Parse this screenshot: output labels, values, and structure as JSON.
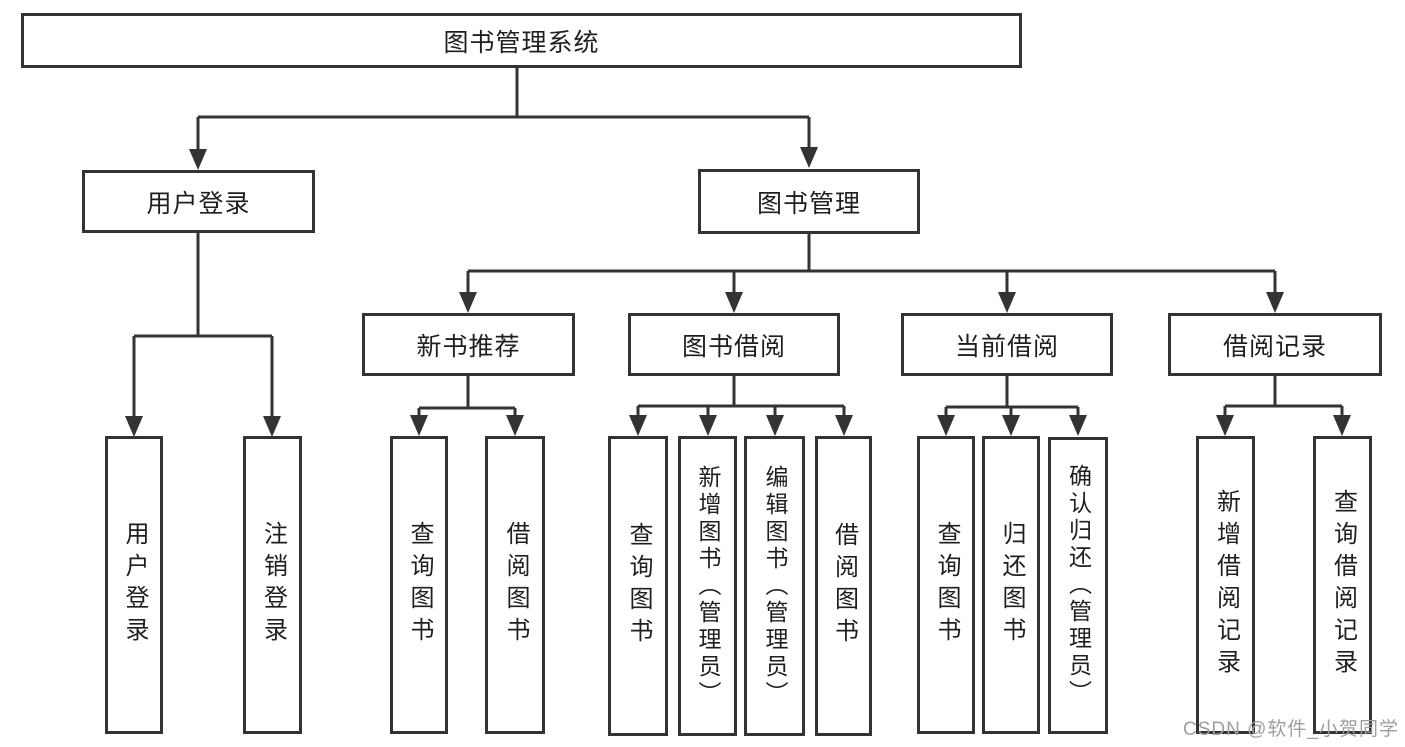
{
  "diagram": {
    "root": "图书管理系统",
    "level2": {
      "user_login": "用户登录",
      "book_mgmt": "图书管理"
    },
    "level3": {
      "new_book": "新书推荐",
      "borrow": "图书借阅",
      "current": "当前借阅",
      "records": "借阅记录"
    },
    "leaves": {
      "user_login": "用户登录",
      "logout": "注销登录",
      "nb_query": "查询图书",
      "nb_borrow": "借阅图书",
      "bb_query": "查询图书",
      "bb_add": "新增图书（管理员）",
      "bb_edit": "编辑图书（管理员）",
      "bb_borrow": "借阅图书",
      "cb_query": "查询图书",
      "cb_return": "归还图书",
      "cb_confirm": "确认归还（管理员）",
      "rec_add": "新增借阅记录",
      "rec_query": "查询借阅记录"
    },
    "watermark": "CSDN @软件_小贺同学"
  },
  "colors": {
    "line": "#333333",
    "border": "#333333",
    "text": "#1f1f1f",
    "watermark": "#9e9e9e",
    "background": "#ffffff"
  }
}
